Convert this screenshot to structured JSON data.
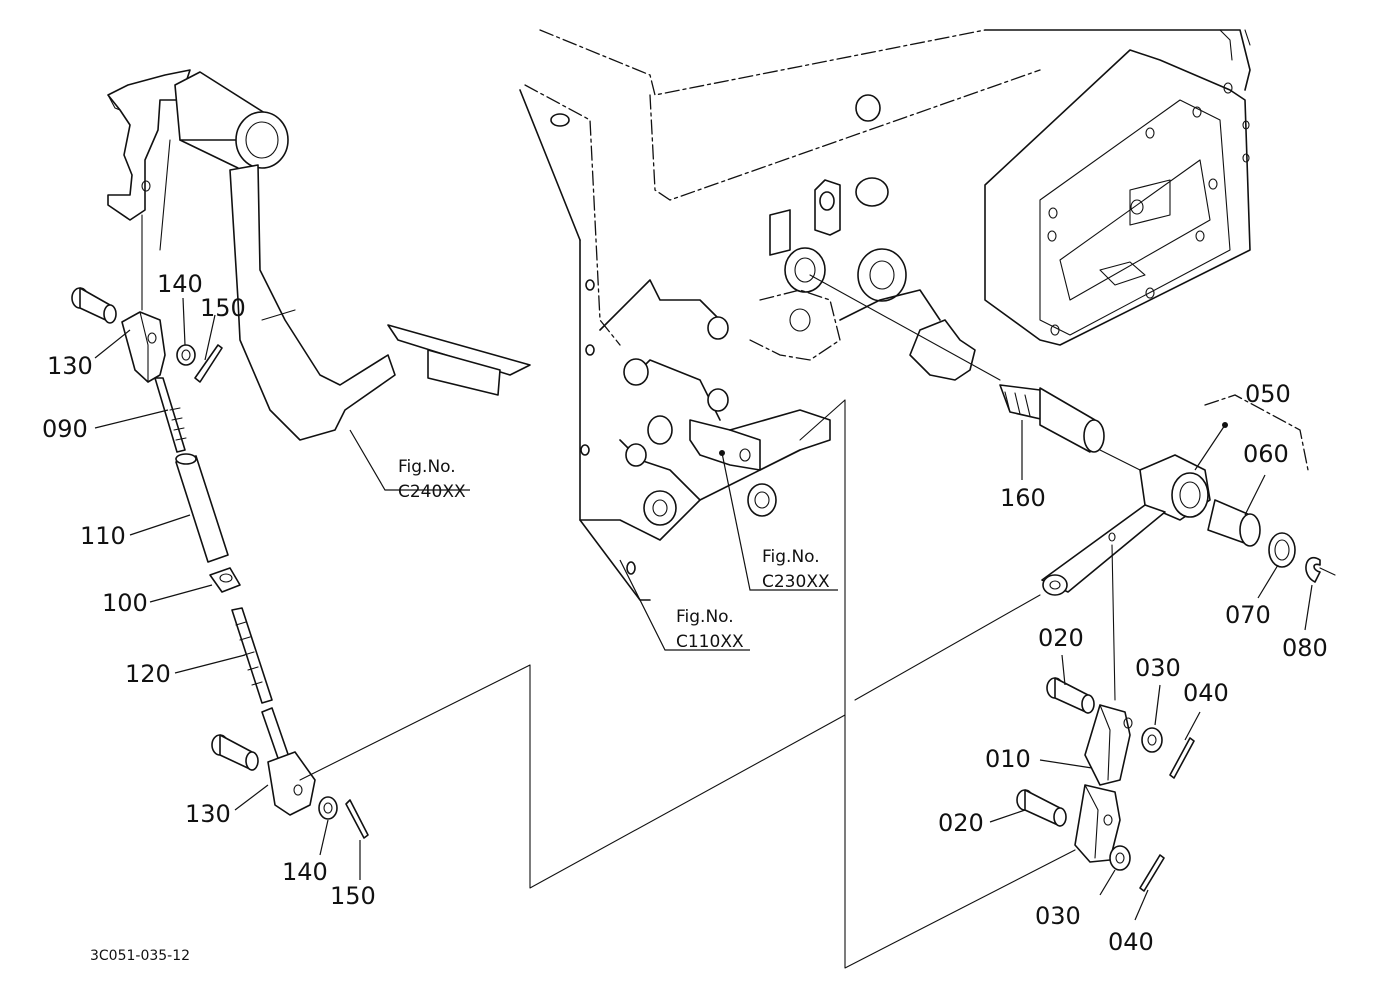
{
  "drawing_code": "3C051-035-12",
  "figure_refs": [
    {
      "id": "c240",
      "line1": "Fig.No.",
      "line2": "C240XX"
    },
    {
      "id": "c230",
      "line1": "Fig.No.",
      "line2": "C230XX"
    },
    {
      "id": "c110",
      "line1": "Fig.No.",
      "line2": "C110XX"
    }
  ],
  "callouts": {
    "p130a": "130",
    "p140a": "140",
    "p150a": "150",
    "p090": "090",
    "p110": "110",
    "p100": "100",
    "p120": "120",
    "p130b": "130",
    "p140b": "140",
    "p150b": "150",
    "p160": "160",
    "p050": "050",
    "p060": "060",
    "p070": "070",
    "p080": "080",
    "p020a": "020",
    "p030a": "030",
    "p040a": "040",
    "p010": "010",
    "p020b": "020",
    "p030b": "030",
    "p040b": "040"
  }
}
